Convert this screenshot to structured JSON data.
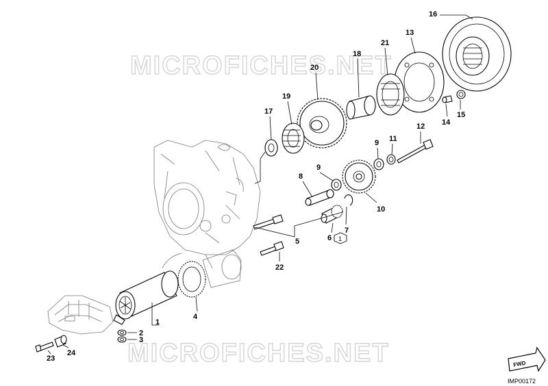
{
  "watermark": "MICROFICHES.NET",
  "image_code": "IMP00172",
  "fwd_label": "FWD",
  "note_symbol": "1",
  "callouts": {
    "c1": "1",
    "c2": "2",
    "c3": "3",
    "c4": "4",
    "c5": "5",
    "c6": "6",
    "c7": "7",
    "c8": "8",
    "c9a": "9",
    "c9b": "9",
    "c10": "10",
    "c11": "11",
    "c12": "12",
    "c13": "13",
    "c14": "14",
    "c15": "15",
    "c16": "16",
    "c17": "17",
    "c18": "18",
    "c19": "19",
    "c20": "20",
    "c21": "21",
    "c22": "22",
    "c23": "23",
    "c24": "24"
  }
}
